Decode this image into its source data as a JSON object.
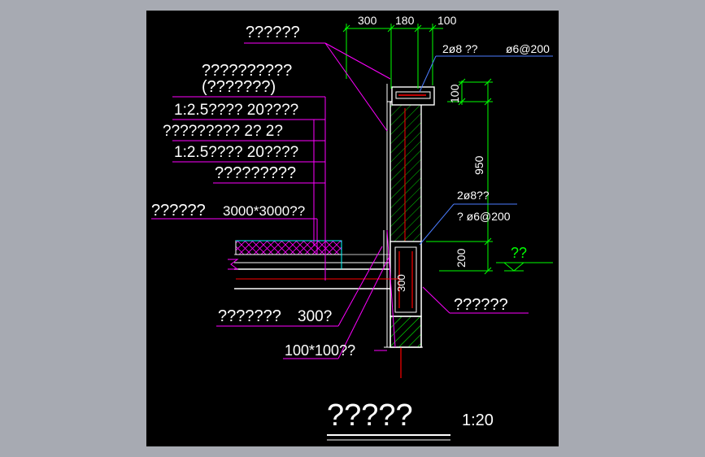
{
  "colors": {
    "background": "#a7aab2",
    "canvas": "#000000",
    "leader": "#ff00ff",
    "dimension": "#00ff00",
    "concrete": "#ff0000",
    "outline": "#ffffff",
    "insulation": "#00ffff"
  },
  "dimensions": {
    "d300": "300",
    "d180": "180",
    "d100top": "100",
    "d100side": "100",
    "d950": "950",
    "d200": "200",
    "d300v": "300"
  },
  "labels": {
    "top": "??????",
    "rebar_top": "2ø8 ??",
    "stirrup_top": "ø6@200",
    "l1a": "??????????",
    "l1b": "(???????)",
    "l2": "1:2.5???? 20????",
    "l3": "?????????  2? 2?",
    "l4": "1:2.5???? 20????",
    "l5": "?????????",
    "l6a": "??????",
    "l6b": "3000*3000??",
    "rebar_mid": "2ø8??",
    "stirrup_mid": "? ø6@200",
    "level": "??",
    "right_bottom": "??????",
    "bottom1a": "???????",
    "bottom1b": "300?",
    "bottom2": "100*100??",
    "title": "?????",
    "scale": "1:20"
  }
}
